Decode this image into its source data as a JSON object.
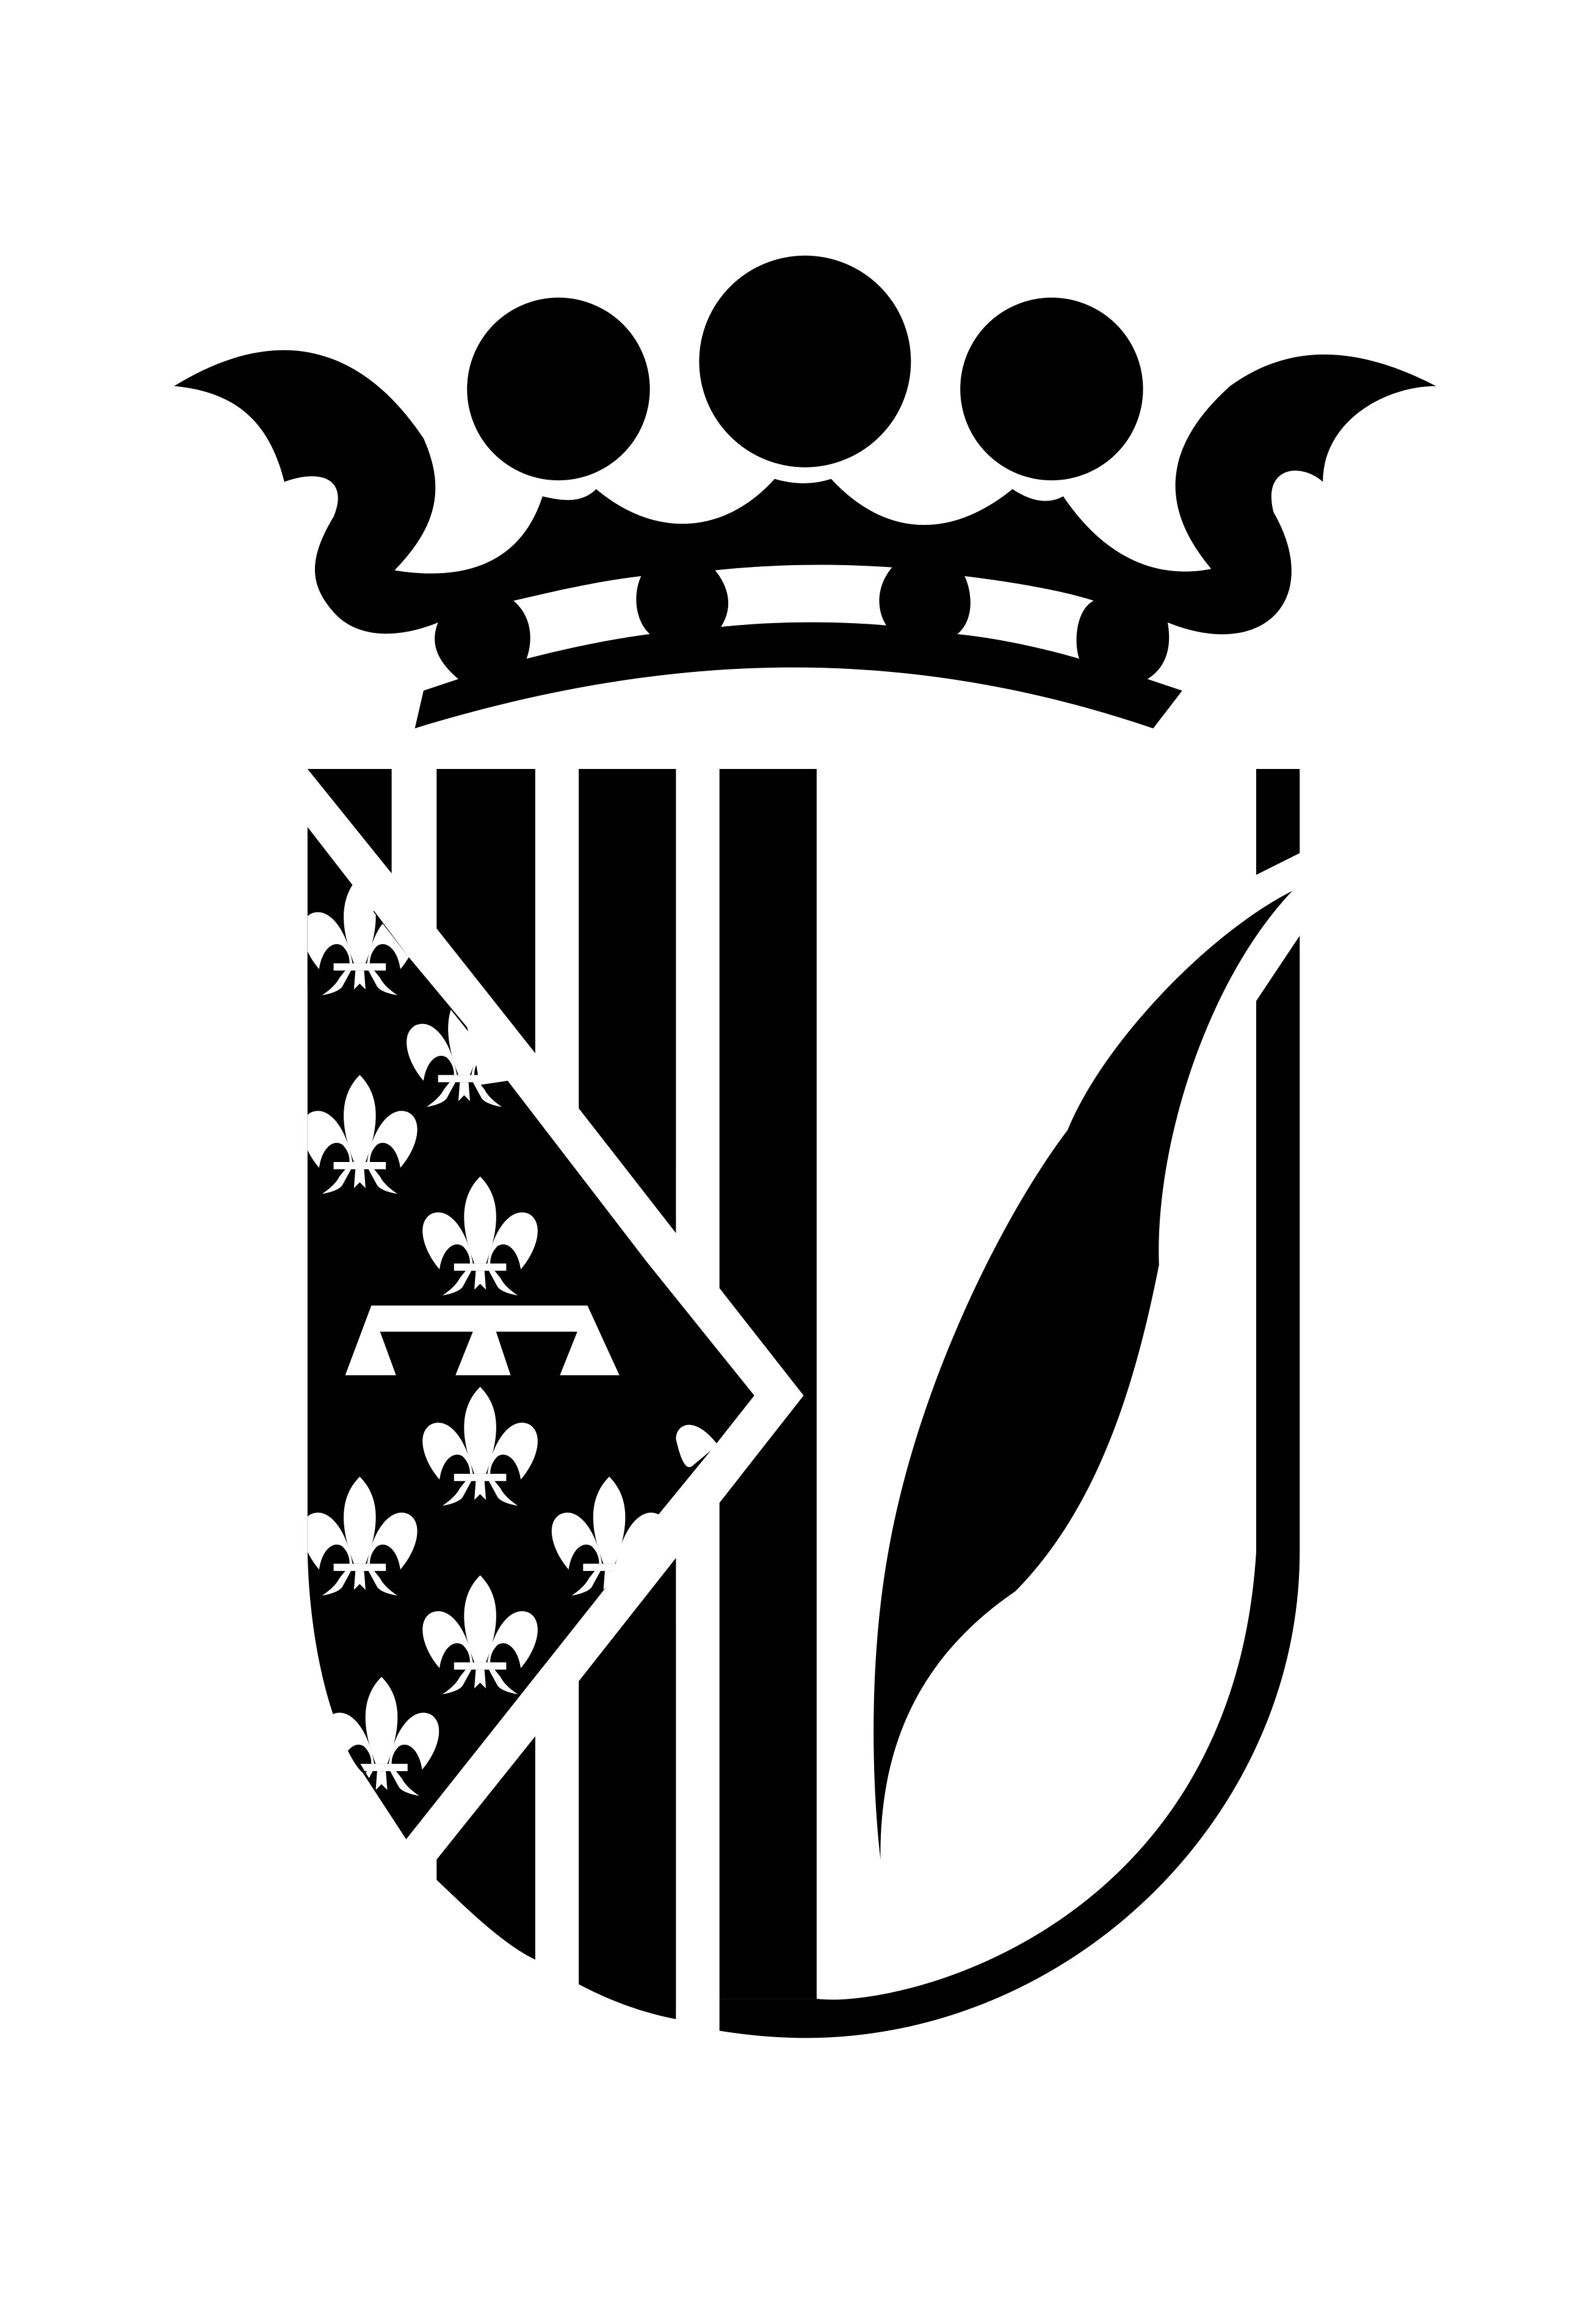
{
  "emblem": {
    "kind": "heraldic-logo",
    "colors": {
      "ink": "#000000",
      "paper": "#ffffff"
    },
    "parts": {
      "crown": {
        "pearls": 3,
        "icon": "crown-icon"
      },
      "shield": {
        "stripes": 4,
        "fleur_de_lis_icon": "fleur-de-lis-icon",
        "quill_icon": "quill-icon"
      }
    }
  }
}
